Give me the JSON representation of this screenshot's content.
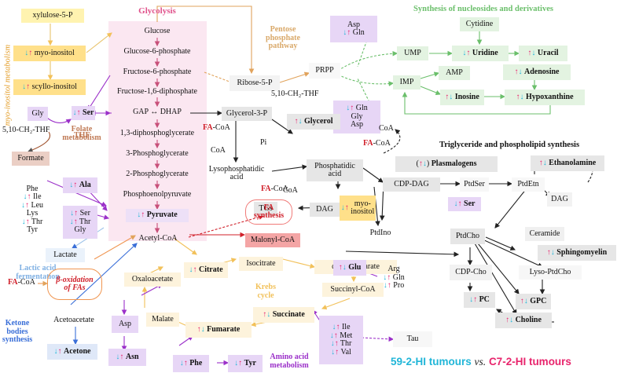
{
  "legend": {
    "group_a": "59-2-HI tumours",
    "vs": "vs.",
    "group_b": "C7-2-HI tumours"
  },
  "pathways": {
    "myo_inositol": "myo-inositol metabolism",
    "glycolysis": "Glycolysis",
    "pentose": "Pentose\nphosphate\npathway",
    "nucleosides": "Synthesis of nucleosides and derivatives",
    "triglyceride": "Triglyceride and phospholipid synthesis",
    "folate": "Folate\nmetabolism",
    "lactic": "Lactic acid\nfermentation",
    "ketone": "Ketone\nbodies\nsynthesis",
    "krebs": "Krebs\ncycle",
    "amino": "Amino acid\nmetabolism"
  },
  "colors": {
    "up": "#e8246c",
    "down": "#21b6d8",
    "fa": "#d0202a"
  },
  "nodes": {
    "xylulose": {
      "pre": "",
      "name": "xylulose-5-P"
    },
    "myoinositol": {
      "pre": "↓↑",
      "name": "myo-inositol"
    },
    "scylloinositol": {
      "pre": "↓↑",
      "name": "scyllo-inositol"
    },
    "glucose": {
      "pre": "",
      "name": "Glucose"
    },
    "g6p": {
      "pre": "",
      "name": "Glucose-6-phosphate"
    },
    "f6p": {
      "pre": "",
      "name": "Fructose-6-phosphate"
    },
    "f16dp": {
      "pre": "",
      "name": "Fructose-1,6-diphosphate"
    },
    "gap": {
      "pre": "",
      "name": "GAP ↔ DHAP"
    },
    "dpg13": {
      "pre": "",
      "name": "1,3-diphosphoglycerate"
    },
    "pg3": {
      "pre": "",
      "name": "3-Phosphoglycerate"
    },
    "pg2": {
      "pre": "",
      "name": "2-Phosphoglycerate"
    },
    "pep": {
      "pre": "",
      "name": "Phosphoenolpyruvate"
    },
    "pyruvate": {
      "pre": "↓↑",
      "name": "Pyruvate"
    },
    "acetylcoa": {
      "pre": "",
      "name": "Acetyl-CoA"
    },
    "ribose5p": {
      "pre": "",
      "name": "Ribose-5-P"
    },
    "prpp": {
      "pre": "",
      "name": "PRPP"
    },
    "asp_gln_top": {
      "pre": "",
      "name": "Asp\n↓↑ Gln"
    },
    "cytidine": {
      "pre": "",
      "name": "Cytidine"
    },
    "ump": {
      "pre": "",
      "name": "UMP"
    },
    "uridine": {
      "pre": "↓↑",
      "name": "Uridine"
    },
    "uracil": {
      "pre": "↑↓",
      "name": "Uracil"
    },
    "imp": {
      "pre": "",
      "name": "IMP"
    },
    "amp": {
      "pre": "",
      "name": "AMP"
    },
    "adenosine": {
      "pre": "↑↓",
      "name": "Adenosine"
    },
    "inosine": {
      "pre": "↑↓",
      "name": "Inosine"
    },
    "hypoxanthine": {
      "pre": "↑↓",
      "name": "Hypoxanthine"
    },
    "glngly": {
      "pre": "",
      "name": "↓↑ Gln\nGly\nAsp"
    },
    "gly": {
      "pre": "",
      "name": "Gly"
    },
    "ser": {
      "pre": "↓↑",
      "name": "Ser"
    },
    "thf_label": {
      "pre": "",
      "name": "5,10-CH₂-THF"
    },
    "thf2_label": {
      "pre": "",
      "name": "5,10-CH₂-THF"
    },
    "formate": {
      "pre": "",
      "name": "Formate"
    },
    "aa_left": {
      "pre": "",
      "name": "Phe\n↓↑ Ile\n↓↑ Leu\nLys\n↓↑ Thr\nTyr"
    },
    "ala": {
      "pre": "↓↑",
      "name": "Ala"
    },
    "serthr": {
      "pre": "",
      "name": "↓↑ Ser\n↓↑ Thr\nGly"
    },
    "lactate": {
      "pre": "",
      "name": "Lactate"
    },
    "glycerol3p": {
      "pre": "",
      "name": "Glycerol-3-P"
    },
    "glycerol": {
      "pre": "↑↓",
      "name": "Glycerol"
    },
    "lpa": {
      "pre": "",
      "name": "Lysophosphatidic\nacid"
    },
    "pa": {
      "pre": "",
      "name": "Phosphatidic\nacid"
    },
    "cdpdag": {
      "pre": "",
      "name": "CDP-DAG"
    },
    "plasmalogens": {
      "pre": "(↑↓)",
      "name": "Plasmalogens"
    },
    "ptdser": {
      "pre": "",
      "name": "PtdSer"
    },
    "ptdetn": {
      "pre": "",
      "name": "PtdEtn"
    },
    "ethanolamine": {
      "pre": "↑↓",
      "name": "Ethanolamine"
    },
    "ser2": {
      "pre": "↓↑",
      "name": "Ser"
    },
    "myo2": {
      "pre": "↓↑",
      "name": "myo-\ninositol"
    },
    "ptdino": {
      "pre": "",
      "name": "PtdIno"
    },
    "dag": {
      "pre": "",
      "name": "DAG"
    },
    "tgs": {
      "pre": "",
      "name": "TGs"
    },
    "fa_synth": {
      "pre": "",
      "name": "FA\nsynthesis"
    },
    "malonyl": {
      "pre": "",
      "name": "Malonyl-CoA"
    },
    "ptdcho": {
      "pre": "",
      "name": "PtdCho"
    },
    "dag2": {
      "pre": "",
      "name": "DAG"
    },
    "ceramide": {
      "pre": "",
      "name": "Ceramide"
    },
    "sphingo": {
      "pre": "↑↓",
      "name": "Sphingomyelin"
    },
    "lysoptdcho": {
      "pre": "",
      "name": "Lyso-PtdCho"
    },
    "cdpcho": {
      "pre": "",
      "name": "CDP-Cho"
    },
    "pc": {
      "pre": "↓↑",
      "name": "PC"
    },
    "gpc": {
      "pre": "↑↓",
      "name": "GPC"
    },
    "choline": {
      "pre": "↑↓",
      "name": "Choline"
    },
    "citrate": {
      "pre": "↓↑",
      "name": "Citrate"
    },
    "isocitrate": {
      "pre": "",
      "name": "Isocitrate"
    },
    "akg": {
      "pre": "",
      "name": "α-ketoglutarate"
    },
    "succcoa": {
      "pre": "",
      "name": "Succinyl-CoA"
    },
    "succinate": {
      "pre": "↑↓",
      "name": "Succinate"
    },
    "fumarate": {
      "pre": "↑↓",
      "name": "Fumarate"
    },
    "malate": {
      "pre": "",
      "name": "Malate"
    },
    "oxaloacetate": {
      "pre": "",
      "name": "Oxaloacetate"
    },
    "glu": {
      "pre": "↑↓",
      "name": "Glu"
    },
    "arg": {
      "pre": "",
      "name": "Arg\n↓↑ Gln\n↓↑ Pro"
    },
    "betaox": {
      "pre": "",
      "name": "β-oxidation\nof FAs"
    },
    "acetoacetate": {
      "pre": "",
      "name": "Acetoacetate"
    },
    "acetone": {
      "pre": "↓↑",
      "name": "Acetone"
    },
    "asp": {
      "pre": "",
      "name": "Asp"
    },
    "asn": {
      "pre": "↓↑",
      "name": "Asn"
    },
    "phe": {
      "pre": "↓↑",
      "name": "Phe"
    },
    "tyr": {
      "pre": "↓↑",
      "name": "Tyr"
    },
    "aa_bottom": {
      "pre": "",
      "name": "↓↑ Ile\n↓↑ Met\n↓↑ Thr\n↓↑ Val"
    },
    "tau": {
      "pre": "",
      "name": "Tau"
    }
  },
  "small_labels": {
    "coa1": "CoA",
    "pi": "Pi",
    "coa2": "CoA",
    "coa3": "CoA",
    "coa4": "CoA",
    "facoa1": "FA-CoA",
    "facoa2": "FA-CoA",
    "facoa3": "FA-CoA",
    "facoa4": "FA-CoA",
    "thf_folate": "THF"
  }
}
